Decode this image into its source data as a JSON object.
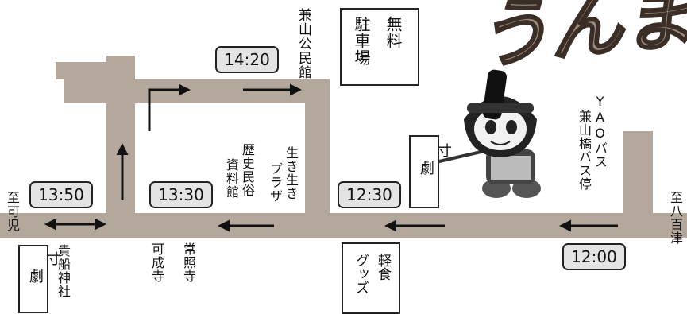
{
  "title_art": "うんま",
  "time_stops": [
    "14:20",
    "13:50",
    "13:30",
    "12:30",
    "12:00"
  ],
  "labels": {
    "kaneyama_hall": "兼山公民館",
    "parking_col1": "駐車場",
    "parking_col2": "無料",
    "to_kani_1": "至",
    "to_kani_2": "可児",
    "to_yaotsu": "至八百津",
    "sundgeki": [
      "寸",
      "劇"
    ],
    "kifune": "貴船神社",
    "kajoji": "可成寺",
    "joshoji": "常照寺",
    "museum_col1": "歴史民俗",
    "museum_col2": "資料館",
    "plaza_col1": "生き生き",
    "plaza_col2": "プラザ",
    "goods_col1": "軽食",
    "goods_col2": "グッズ",
    "bus_col1": "YAOバス",
    "bus_col2": "兼山橋バス停"
  },
  "colors": {
    "road": "#b4a89c",
    "box_fill": "#e4e4e4",
    "title_fill": "#9b8a7c"
  }
}
